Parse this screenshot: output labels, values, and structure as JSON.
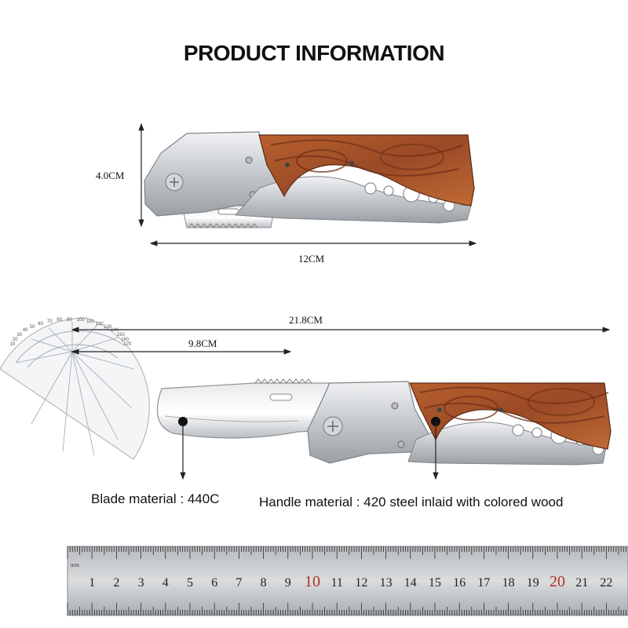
{
  "title": "PRODUCT INFORMATION",
  "folded": {
    "height_label": "4.0CM",
    "length_label": "12CM"
  },
  "open": {
    "total_label": "21.8CM",
    "blade_label": "9.8CM"
  },
  "materials": {
    "blade": "Blade material : 440C",
    "handle_prefix": "Handle material : ",
    "handle_value": "420 steel inlaid with colored wood"
  },
  "ruler": {
    "unit": "mm",
    "numbers": [
      "1",
      "2",
      "3",
      "4",
      "5",
      "6",
      "7",
      "8",
      "9",
      "10",
      "11",
      "12",
      "13",
      "14",
      "15",
      "16",
      "17",
      "18",
      "19",
      "20",
      "21",
      "22",
      "2"
    ],
    "highlight": [
      "10",
      "20"
    ],
    "accent_color": "#b03020"
  },
  "protractor_numbers": [
    "10",
    "20",
    "30",
    "40",
    "50",
    "60",
    "70",
    "80",
    "90",
    "100",
    "110",
    "120",
    "130",
    "140",
    "150",
    "160",
    "170"
  ],
  "colors": {
    "wood": "#a4502a",
    "wood_dark": "#6d2e16",
    "steel": "#c9ccd0",
    "steel_dark": "#8e9398"
  }
}
